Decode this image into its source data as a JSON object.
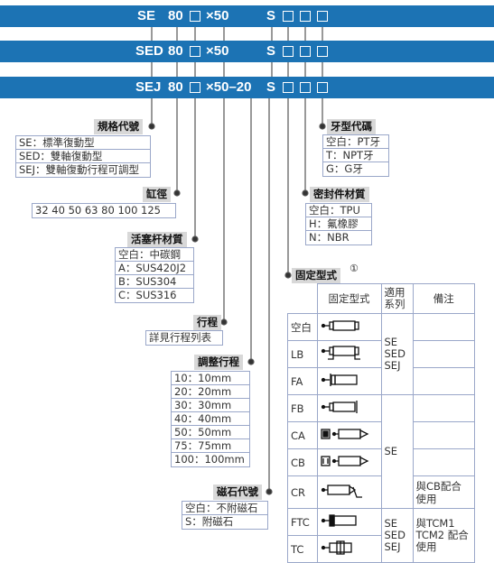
{
  "codes": [
    {
      "prefix": "SE",
      "bore": "80",
      "stroke_part": "×50",
      "s": "S"
    },
    {
      "prefix": "SED",
      "bore": "80",
      "stroke_part": "×50",
      "s": "S"
    },
    {
      "prefix": "SEJ",
      "bore": "80",
      "stroke_part": "×50–20",
      "s": "S"
    }
  ],
  "model_code": {
    "title": "規格代號",
    "rows": [
      "SE：標準復動型",
      "SED：雙軸復動型",
      "SEJ：雙軸復動行程可調型"
    ]
  },
  "bore": {
    "title": "缸徑",
    "value": "32 40 50 63 80 100 125"
  },
  "rod_material": {
    "title": "活塞杆材質",
    "rows": [
      "空白：中碳鋼",
      "A：SUS420J2",
      "B：SUS304",
      "C：SUS316"
    ]
  },
  "stroke": {
    "title": "行程",
    "value": "詳見行程列表"
  },
  "adjust_stroke": {
    "title": "調整行程",
    "rows": [
      "10：10mm",
      "20：20mm",
      "30：30mm",
      "40：40mm",
      "50：50mm",
      "75：75mm",
      "100：100mm"
    ]
  },
  "magnet": {
    "title": "磁石代號",
    "rows": [
      "空白：不附磁石",
      "S：附磁石"
    ]
  },
  "thread": {
    "title": "牙型代碼",
    "rows": [
      "空白：PT牙",
      "T：NPT牙",
      "G：G牙"
    ]
  },
  "seal": {
    "title": "密封件材質",
    "rows": [
      "空白：TPU",
      "H：氟橡膠",
      "N：NBR"
    ]
  },
  "mount": {
    "title": "固定型式",
    "note_number": "①",
    "headers": [
      "固定型式",
      "適用系列",
      "備注"
    ],
    "rows": [
      {
        "code": "空白",
        "icon": "basic-mount-icon"
      },
      {
        "code": "LB",
        "icon": "foot-mount-icon"
      },
      {
        "code": "FA",
        "icon": "front-flange-icon"
      },
      {
        "code": "FB",
        "icon": "rear-flange-icon"
      },
      {
        "code": "CA",
        "icon": "single-clevis-icon"
      },
      {
        "code": "CB",
        "icon": "double-clevis-icon"
      },
      {
        "code": "CR",
        "icon": "clevis-bracket-icon"
      },
      {
        "code": "FTC",
        "icon": "front-trunnion-icon"
      },
      {
        "code": "TC",
        "icon": "center-trunnion-icon"
      }
    ],
    "series_1": "SE SED SEJ",
    "series_2": "SE",
    "series_3": "SE SED SEJ",
    "remark_cr": "與CB配合使用",
    "remark_tc": "與TCM1 TCM2 配合使用"
  },
  "colors": {
    "banner": "#1c73b4",
    "table_border": "#9aa7c9",
    "title_bg": "#d8d8d8"
  }
}
